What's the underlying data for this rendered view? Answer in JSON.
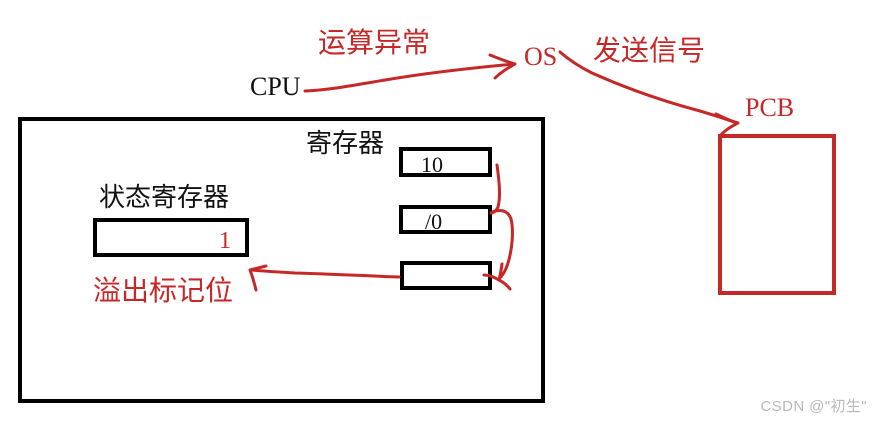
{
  "diagram": {
    "title_watermark": "CSDN @\"初生\"",
    "colors": {
      "ink_black": "#111111",
      "annotation_red": "#C62828",
      "box_black": "#000000",
      "watermark_gray": "#b9b9b9"
    },
    "labels": {
      "cpu": "CPU",
      "operation_exception": "运算异常",
      "os": "OS",
      "send_signal": "发送信号",
      "pcb": "PCB",
      "register": "寄存器",
      "status_register": "状态寄存器",
      "overflow_flag_bit": "溢出标记位"
    },
    "status_register": {
      "label": "状态寄存器",
      "value": "1",
      "value_color": "#C62828"
    },
    "registers": {
      "label": "寄存器",
      "cells": [
        {
          "value": "10"
        },
        {
          "value": "/0"
        },
        {
          "value": ""
        }
      ]
    },
    "pcb_block": {
      "label": "PCB",
      "value": ""
    },
    "arrows": [
      {
        "name": "cpu-to-os",
        "label": "运算异常",
        "from": "CPU",
        "to": "OS"
      },
      {
        "name": "os-to-pcb",
        "label": "发送信号",
        "from": "OS",
        "to": "PCB"
      },
      {
        "name": "register-curve",
        "label": "",
        "from": "寄存器",
        "to": "寄存器"
      },
      {
        "name": "register-to-overflow-flag",
        "label": "",
        "from": "寄存器",
        "to": "溢出标记位"
      }
    ]
  }
}
